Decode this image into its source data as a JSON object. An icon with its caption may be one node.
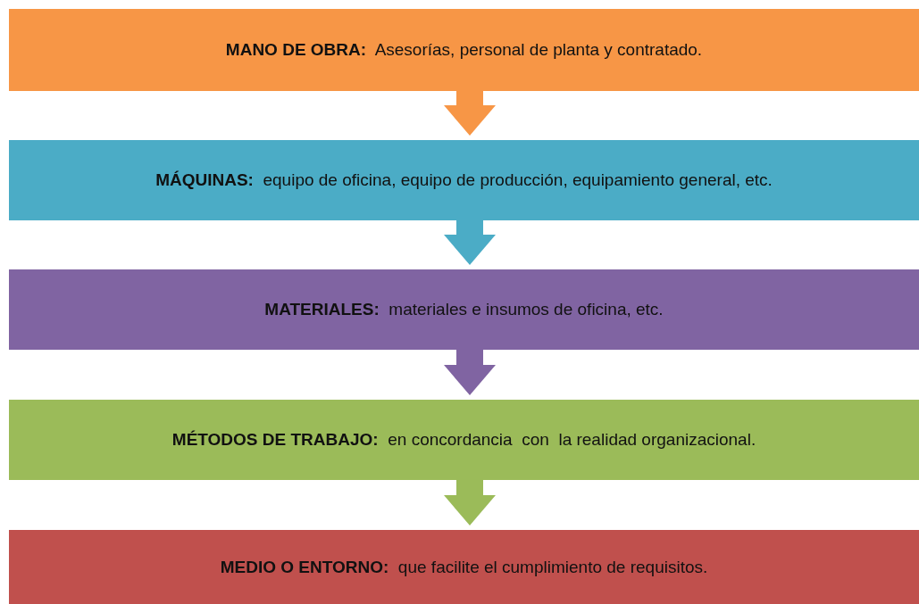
{
  "diagram": {
    "nodes": [
      {
        "text": [
          "**MANO DE OBRA:**  Asesorías, personal de planta y contratado."
        ]
      },
      {
        "text": [
          "**MÁQUINAS:**  equipo de oficina, equipo de producción, equipamiento general, etc."
        ]
      },
      {
        "text": [
          "**MATERIALES:**  materiales e insumos de oficina, etc."
        ]
      },
      {
        "text": [
          "**MÉTODOS DE TRABAJO:**  en concordancia  con  la realidad organizacional."
        ]
      },
      {
        "text": [
          "**MEDIO O ENTORNO:**  que facilite el cumplimiento de requisitos."
        ]
      }
    ],
    "edges": [
      {
        "from": 0,
        "to": 1,
        "arrow": "to",
        "color": "#f79646"
      },
      {
        "from": 1,
        "to": 2,
        "arrow": "to",
        "color": "#4bacc6"
      },
      {
        "from": 2,
        "to": 3,
        "arrow": "to",
        "color": "#8064a2"
      },
      {
        "from": 3,
        "to": 4,
        "arrow": "to",
        "color": "#9bbb59"
      }
    ]
  }
}
